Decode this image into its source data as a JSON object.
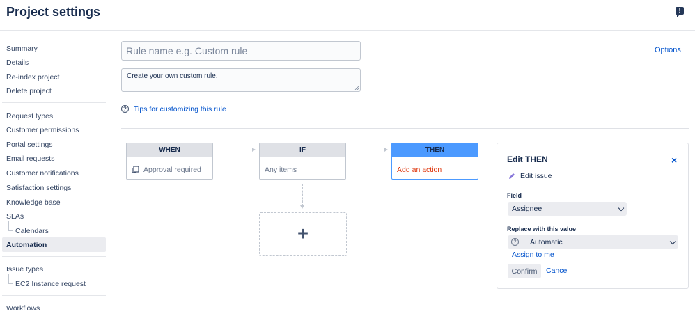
{
  "header": {
    "title": "Project settings",
    "feedback_icon": "!"
  },
  "sidebar": {
    "items": [
      {
        "label": "Summary"
      },
      {
        "label": "Details"
      },
      {
        "label": "Re-index project"
      },
      {
        "label": "Delete project"
      },
      {
        "label": "Request types"
      },
      {
        "label": "Customer permissions"
      },
      {
        "label": "Portal settings"
      },
      {
        "label": "Email requests"
      },
      {
        "label": "Customer notifications"
      },
      {
        "label": "Satisfaction settings"
      },
      {
        "label": "Knowledge base"
      },
      {
        "label": "SLAs"
      },
      {
        "label": "Calendars"
      },
      {
        "label": "Automation"
      },
      {
        "label": "Issue types"
      },
      {
        "label": "EC2 Instance request"
      },
      {
        "label": "Workflows"
      }
    ],
    "active": "Automation"
  },
  "rule": {
    "name_placeholder": "Rule name e.g. Custom rule",
    "name_value": "",
    "description": "Create your own custom rule.",
    "tips_label": "Tips for customizing this rule",
    "tips_icon": "?",
    "options_label": "Options"
  },
  "flow": {
    "when": {
      "header": "WHEN",
      "body": "Approval required"
    },
    "if": {
      "header": "IF",
      "body": "Any items"
    },
    "then": {
      "header": "THEN",
      "body": "Add an action"
    },
    "add_label": "+"
  },
  "panel": {
    "title": "Edit THEN",
    "close_label": "×",
    "action_label": "Edit issue",
    "field_label": "Field",
    "field_value": "Assignee",
    "replace_label": "Replace with this value",
    "replace_value": "Automatic",
    "replace_icon": "?",
    "assign_me_label": "Assign to me",
    "confirm_label": "Confirm",
    "cancel_label": "Cancel"
  },
  "colors": {
    "link": "#0052cc",
    "then_header": "#4c9aff",
    "add_action": "#de350b",
    "text": "#172b4d"
  }
}
